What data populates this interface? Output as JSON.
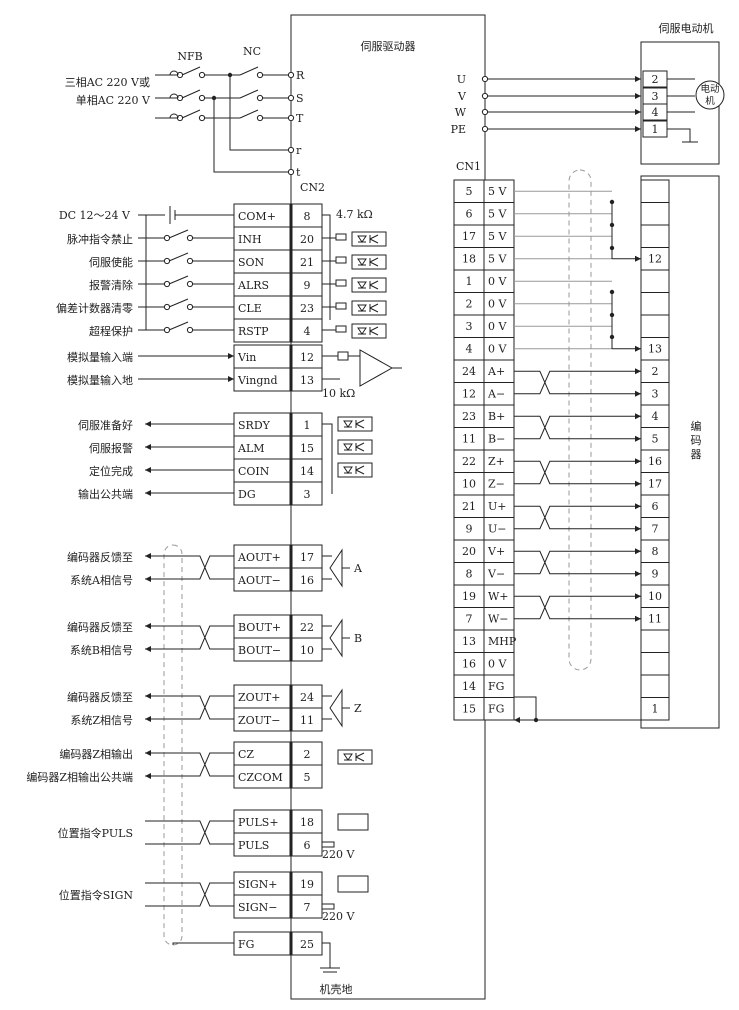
{
  "drive_title": "伺服驱动器",
  "motor_title": "伺服电动机",
  "motor_label": "电动机",
  "encoder_label": "编码器",
  "cn1_label": "CN1",
  "cn2_label": "CN2",
  "nfb_label": "NFB",
  "nc_label": "NC",
  "power_line1": "三相AC 220 V或",
  "power_line2": "单相AC 220 V",
  "power_terms": [
    "R",
    "S",
    "T",
    "r",
    "t"
  ],
  "motor_terms": [
    "U",
    "V",
    "W",
    "PE"
  ],
  "motor_pins": [
    "2",
    "3",
    "4",
    "1"
  ],
  "res_47k": "4.7 kΩ",
  "res_10k": "10 kΩ",
  "v220": "220 V",
  "chassis": "机壳地",
  "dc_label": "DC 12～24 V",
  "cn2_inputs": [
    {
      "label": "",
      "name": "COM+",
      "pin": "8"
    },
    {
      "label": "脉冲指令禁止",
      "name": "INH",
      "pin": "20"
    },
    {
      "label": "伺服使能",
      "name": "SON",
      "pin": "21"
    },
    {
      "label": "报警清除",
      "name": "ALRS",
      "pin": "9"
    },
    {
      "label": "偏差计数器清零",
      "name": "CLE",
      "pin": "23"
    },
    {
      "label": "超程保护",
      "name": "RSTP",
      "pin": "4"
    }
  ],
  "cn2_analog": [
    {
      "label": "模拟量输入端",
      "name": "Vin",
      "pin": "12"
    },
    {
      "label": "模拟量输入地",
      "name": "Vingnd",
      "pin": "13"
    }
  ],
  "cn2_outputs": [
    {
      "label": "伺服准备好",
      "name": "SRDY",
      "pin": "1"
    },
    {
      "label": "伺服报警",
      "name": "ALM",
      "pin": "15"
    },
    {
      "label": "定位完成",
      "name": "COIN",
      "pin": "14"
    },
    {
      "label": "输出公共端",
      "name": "DG",
      "pin": "3"
    }
  ],
  "cn2_encoder_out": [
    {
      "label1": "编码器反馈至",
      "label2": "系统A相信号",
      "n1": "AOUT+",
      "p1": "17",
      "n2": "AOUT−",
      "p2": "16",
      "drv": "A"
    },
    {
      "label1": "编码器反馈至",
      "label2": "系统B相信号",
      "n1": "BOUT+",
      "p1": "22",
      "n2": "BOUT−",
      "p2": "10",
      "drv": "B"
    },
    {
      "label1": "编码器反馈至",
      "label2": "系统Z相信号",
      "n1": "ZOUT+",
      "p1": "24",
      "n2": "ZOUT−",
      "p2": "11",
      "drv": "Z"
    }
  ],
  "cn2_cz": {
    "label1": "编码器Z相输出",
    "label2": "编码器Z相输出公共端",
    "n1": "CZ",
    "p1": "2",
    "n2": "CZCOM",
    "p2": "5"
  },
  "cn2_puls": {
    "label": "位置指令PULS",
    "n1": "PULS+",
    "p1": "18",
    "n2": "PULS",
    "p2": "6"
  },
  "cn2_sign": {
    "label": "位置指令SIGN",
    "n1": "SIGN+",
    "p1": "19",
    "n2": "SIGN−",
    "p2": "7"
  },
  "cn2_fg": {
    "name": "FG",
    "pin": "25"
  },
  "cn1_rows": [
    {
      "pin": "5",
      "name": "5 V",
      "enc": ""
    },
    {
      "pin": "6",
      "name": "5 V",
      "enc": ""
    },
    {
      "pin": "17",
      "name": "5 V",
      "enc": ""
    },
    {
      "pin": "18",
      "name": "5 V",
      "enc": "12"
    },
    {
      "pin": "1",
      "name": "0 V",
      "enc": ""
    },
    {
      "pin": "2",
      "name": "0 V",
      "enc": ""
    },
    {
      "pin": "3",
      "name": "0 V",
      "enc": ""
    },
    {
      "pin": "4",
      "name": "0 V",
      "enc": "13"
    },
    {
      "pin": "24",
      "name": "A+",
      "enc": "2"
    },
    {
      "pin": "12",
      "name": "A−",
      "enc": "3"
    },
    {
      "pin": "23",
      "name": "B+",
      "enc": "4"
    },
    {
      "pin": "11",
      "name": "B−",
      "enc": "5"
    },
    {
      "pin": "22",
      "name": "Z+",
      "enc": "16"
    },
    {
      "pin": "10",
      "name": "Z−",
      "enc": "17"
    },
    {
      "pin": "21",
      "name": "U+",
      "enc": "6"
    },
    {
      "pin": "9",
      "name": "U−",
      "enc": "7"
    },
    {
      "pin": "20",
      "name": "V+",
      "enc": "8"
    },
    {
      "pin": "8",
      "name": "V−",
      "enc": "9"
    },
    {
      "pin": "19",
      "name": "W+",
      "enc": "10"
    },
    {
      "pin": "7",
      "name": "W−",
      "enc": "11"
    },
    {
      "pin": "13",
      "name": "MHP",
      "enc": ""
    },
    {
      "pin": "16",
      "name": "0 V",
      "enc": ""
    },
    {
      "pin": "14",
      "name": "FG",
      "enc": ""
    },
    {
      "pin": "15",
      "name": "FG",
      "enc": "1"
    }
  ]
}
